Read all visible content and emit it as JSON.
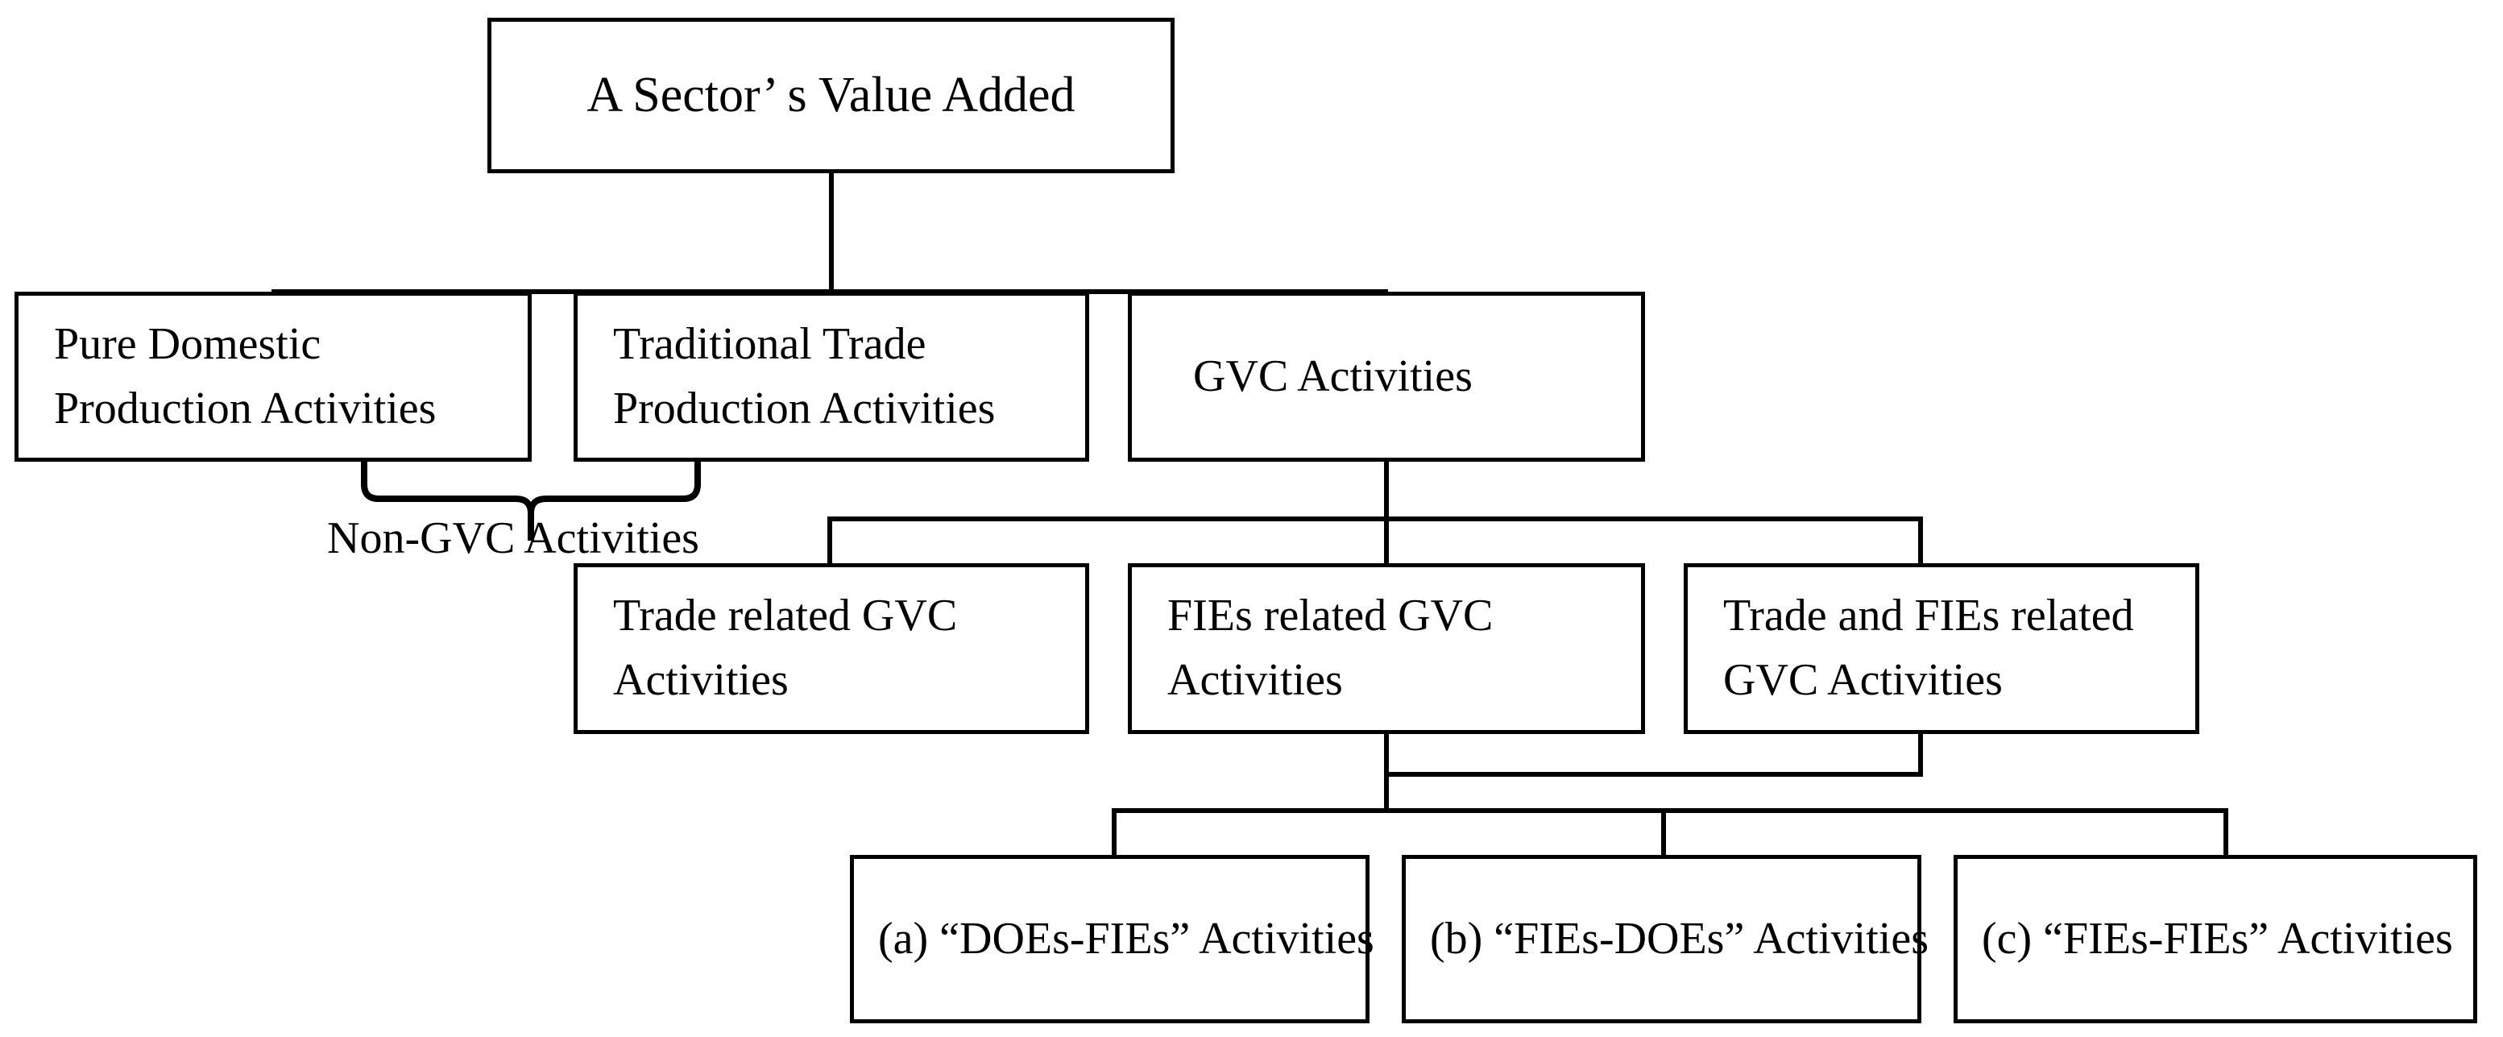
{
  "diagram": {
    "title": "A Sector’s Value Added decomposition",
    "line_color": "#000000",
    "background_color": "#ffffff",
    "box_fill": "#ffffff"
  },
  "nodes": {
    "root": {
      "label": "A Sector’ s Value Added"
    },
    "level2": [
      {
        "id": "pure-domestic",
        "line1": "Pure Domestic",
        "line2": "Production Activities"
      },
      {
        "id": "traditional-trade",
        "line1": "Traditional Trade",
        "line2": "Production Activities"
      },
      {
        "id": "gvc-activities",
        "line1": "GVC Activities",
        "line2": ""
      }
    ],
    "level3": [
      {
        "id": "trade-related-gvc",
        "line1": "Trade related GVC",
        "line2": "Activities"
      },
      {
        "id": "fies-related-gvc",
        "line1": "FIEs related GVC",
        "line2": "Activities"
      },
      {
        "id": "trade-and-fies-related-gvc",
        "line1": "Trade and FIEs related",
        "line2": "GVC Activities"
      }
    ],
    "level4": [
      {
        "id": "doe-fies",
        "label": "(a) “DOEs-FIEs” Activities"
      },
      {
        "id": "fies-does",
        "label": "(b) “FIEs-DOEs” Activities"
      },
      {
        "id": "fies-fies",
        "label": "(c) “FIEs-FIEs” Activities"
      }
    ]
  },
  "annotations": {
    "non_gvc": "Non-GVC Activities"
  }
}
